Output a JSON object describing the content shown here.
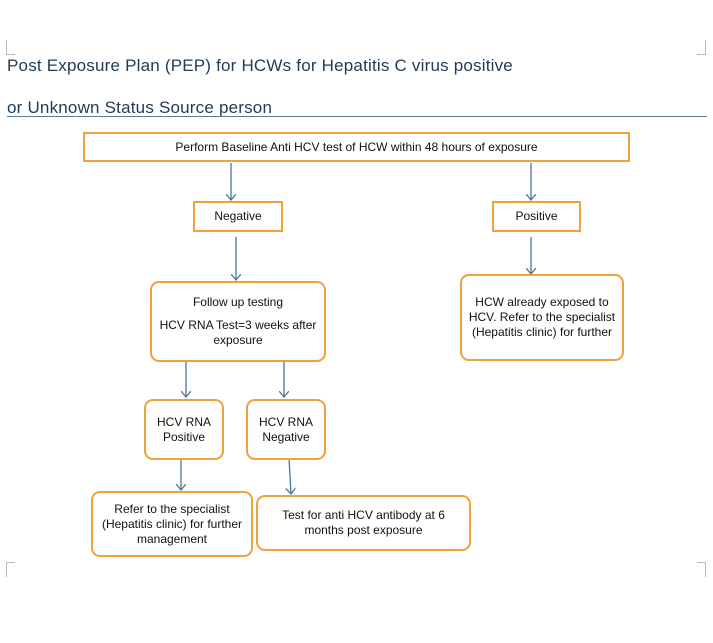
{
  "header": {
    "title_line1": "Post Exposure Plan (PEP) for HCWs for Hepatitis C virus positive",
    "title_line2": "or Unknown Status Source person"
  },
  "flowchart": {
    "baseline": "Perform Baseline Anti HCV test of HCW within 48 hours of exposure",
    "negative": "Negative",
    "positive": "Positive",
    "followup_line1": "Follow up testing",
    "followup_line2": "HCV RNA Test=3 weeks after exposure",
    "already_exposed": "HCW already exposed to HCV. Refer to the specialist (Hepatitis clinic) for further",
    "rna_positive_line1": "HCV RNA",
    "rna_positive_line2": "Positive",
    "rna_negative_line1": "HCV RNA",
    "rna_negative_line2": "Negative",
    "refer_specialist": "Refer to the specialist (Hepatitis clinic) for further management",
    "antibody_test": "Test for anti HCV antibody at 6 months post exposure"
  },
  "colors": {
    "box_border": "#f0a13c",
    "arrow": "#4a74a0",
    "heading": "#1f3b57"
  }
}
